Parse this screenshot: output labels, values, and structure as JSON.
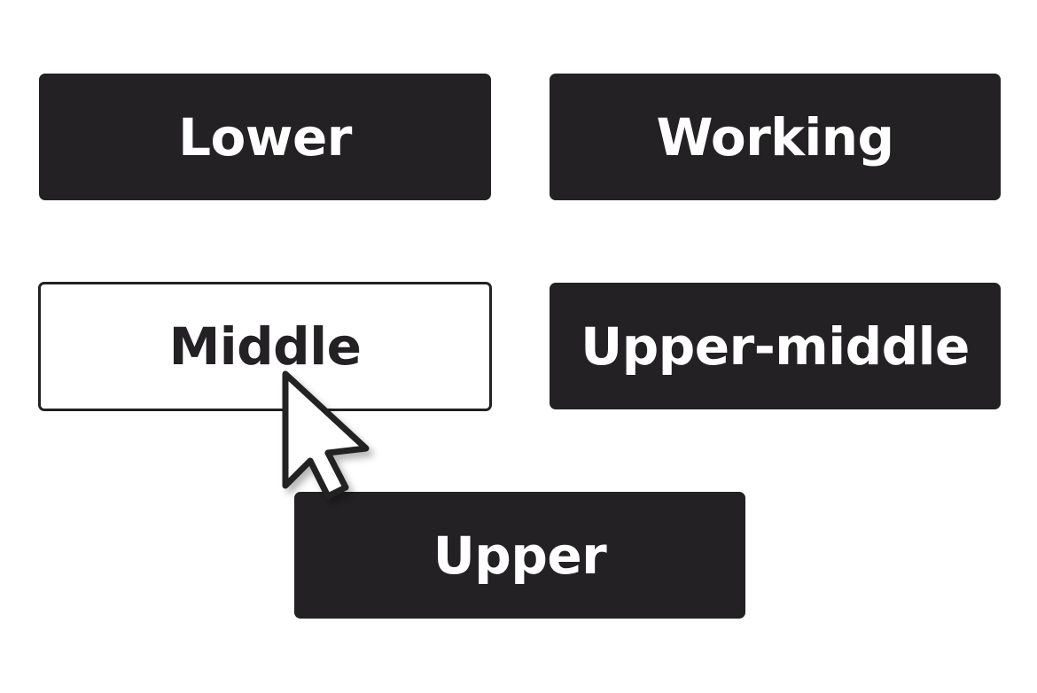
{
  "options": [
    {
      "id": "lower",
      "label": "Lower",
      "selected": false
    },
    {
      "id": "working",
      "label": "Working",
      "selected": false
    },
    {
      "id": "middle",
      "label": "Middle",
      "selected": true
    },
    {
      "id": "upper-middle",
      "label": "Upper-middle",
      "selected": false
    },
    {
      "id": "upper",
      "label": "Upper",
      "selected": false
    }
  ],
  "cursor": {
    "icon": "arrow-pointer-icon"
  },
  "colors": {
    "button_fill": "#232123",
    "button_text": "#ffffff",
    "selected_fill": "#ffffff",
    "selected_text": "#232123",
    "background": "#ffffff"
  }
}
